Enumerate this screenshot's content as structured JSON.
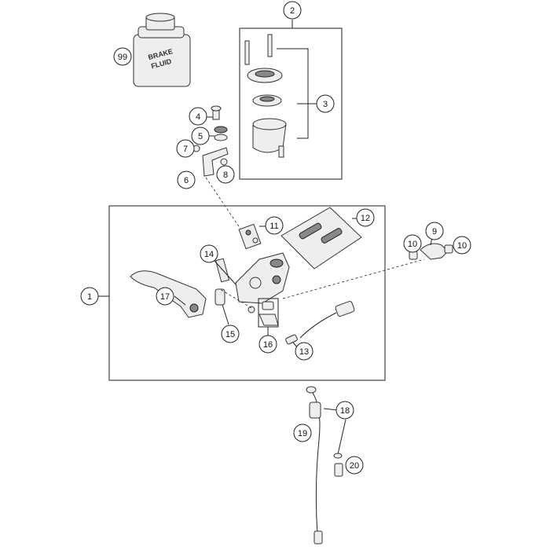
{
  "bottle": {
    "line1": "BRAKE",
    "line2": "FLUID"
  },
  "callouts": {
    "c1": "1",
    "c2": "2",
    "c3": "3",
    "c4": "4",
    "c5": "5",
    "c6": "6",
    "c7": "7",
    "c8": "8",
    "c9": "9",
    "c10a": "10",
    "c10b": "10",
    "c11": "11",
    "c12": "12",
    "c13": "13",
    "c14": "14",
    "c15": "15",
    "c16": "16",
    "c17": "17",
    "c18": "18",
    "c19": "19",
    "c20": "20",
    "c99": "99"
  }
}
